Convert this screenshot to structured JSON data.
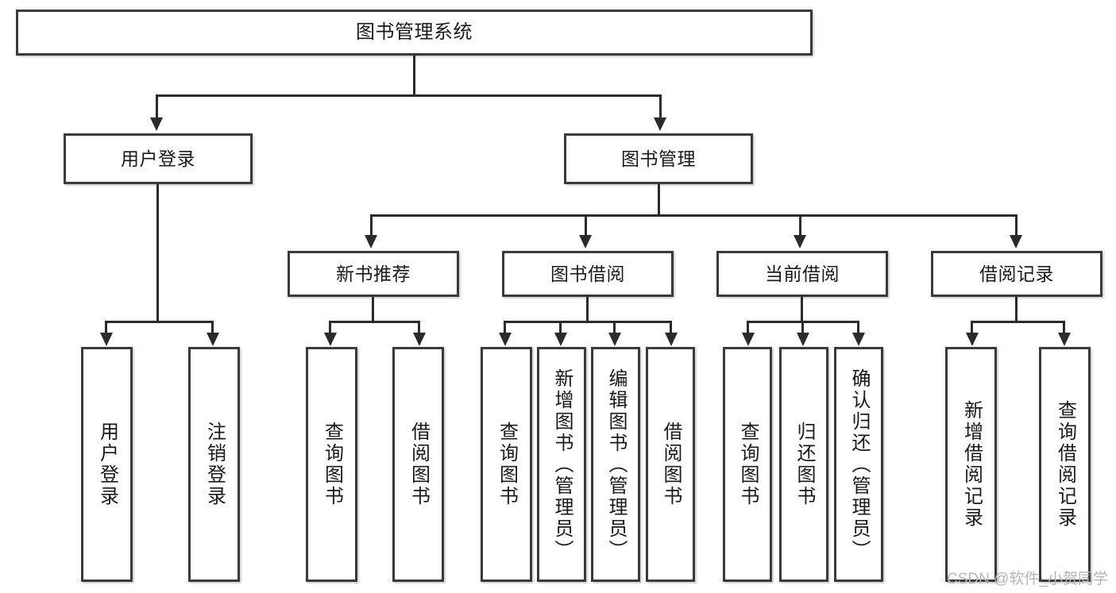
{
  "diagram": {
    "type": "tree-structure-chart",
    "title": "图书管理系统",
    "root": {
      "label": "图书管理系统"
    },
    "level2": [
      {
        "label": "用户登录"
      },
      {
        "label": "图书管理"
      }
    ],
    "level3": [
      {
        "label": "新书推荐"
      },
      {
        "label": "图书借阅"
      },
      {
        "label": "当前借阅"
      },
      {
        "label": "借阅记录"
      }
    ],
    "leaves": {
      "user_login": [
        {
          "label": "用户登录"
        },
        {
          "label": "注销登录"
        }
      ],
      "new_book_recommend": [
        {
          "label": "查询图书"
        },
        {
          "label": "借阅图书"
        }
      ],
      "book_borrow": [
        {
          "label": "查询图书"
        },
        {
          "label": "新增图书（管理员）"
        },
        {
          "label": "编辑图书（管理员）"
        },
        {
          "label": "借阅图书"
        }
      ],
      "current_borrow": [
        {
          "label": "查询图书"
        },
        {
          "label": "归还图书"
        },
        {
          "label": "确认归还（管理员）"
        }
      ],
      "borrow_record": [
        {
          "label": "新增借阅记录"
        },
        {
          "label": "查询借阅记录"
        }
      ]
    }
  },
  "watermark": {
    "text": "CSDN @软件_小贺同学"
  },
  "colors": {
    "box_border": "#3a3a3a",
    "line": "#2b2b2b",
    "background": "#ffffff",
    "watermark": "#b5b5b5"
  }
}
